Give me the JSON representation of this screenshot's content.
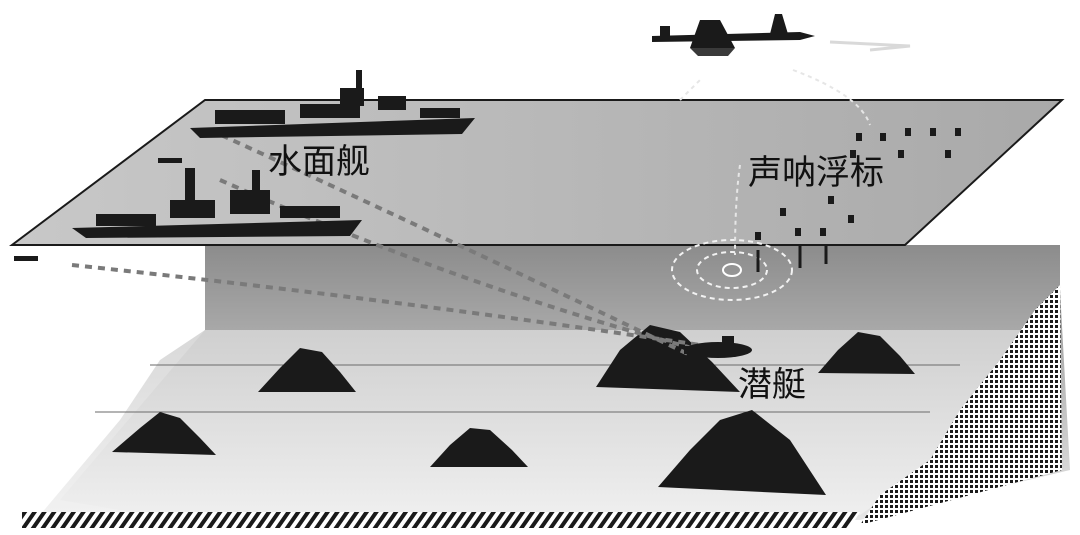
{
  "labels": {
    "surface_ship": "水面舰",
    "sonobuoy": "声呐浮标",
    "submarine": "潜艇"
  },
  "colors": {
    "sea_surface": "#bdbdbd",
    "water_top": "#8c8c8c",
    "water_bottom": "#e6e6e6",
    "seabed": "#dcdcdc",
    "silhouette": "#1a1a1a",
    "sonar_path": "#7a7a7a",
    "detection_ring": "#f2f2f2"
  },
  "icons": {
    "aircraft": "patrol-aircraft-icon",
    "ship": "warship-icon",
    "buoy": "sonobuoy-icon",
    "submarine": "submarine-icon"
  }
}
